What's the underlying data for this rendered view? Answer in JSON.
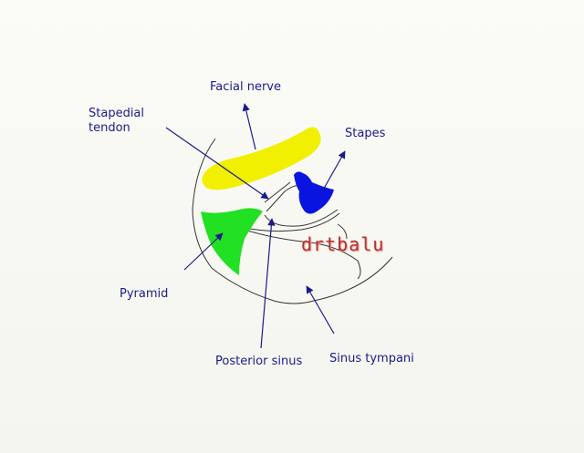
{
  "diagram": {
    "labels": {
      "facial_nerve": "Facial nerve",
      "stapedial_tendon": "Stapedial\ntendon",
      "stapes": "Stapes",
      "pyramid": "Pyramid",
      "posterior_sinus": "Posterior sinus",
      "sinus_tympani": "Sinus tympani"
    },
    "watermark": "drtbalu",
    "colors": {
      "facial_nerve_fill": "#f0f000",
      "stapes_fill": "#0a14e0",
      "pyramid_fill": "#22e022",
      "label_text": "#1a1a8c",
      "arrow_line": "#1a1a8c",
      "outline": "#333333",
      "watermark": "#b8302c"
    }
  }
}
